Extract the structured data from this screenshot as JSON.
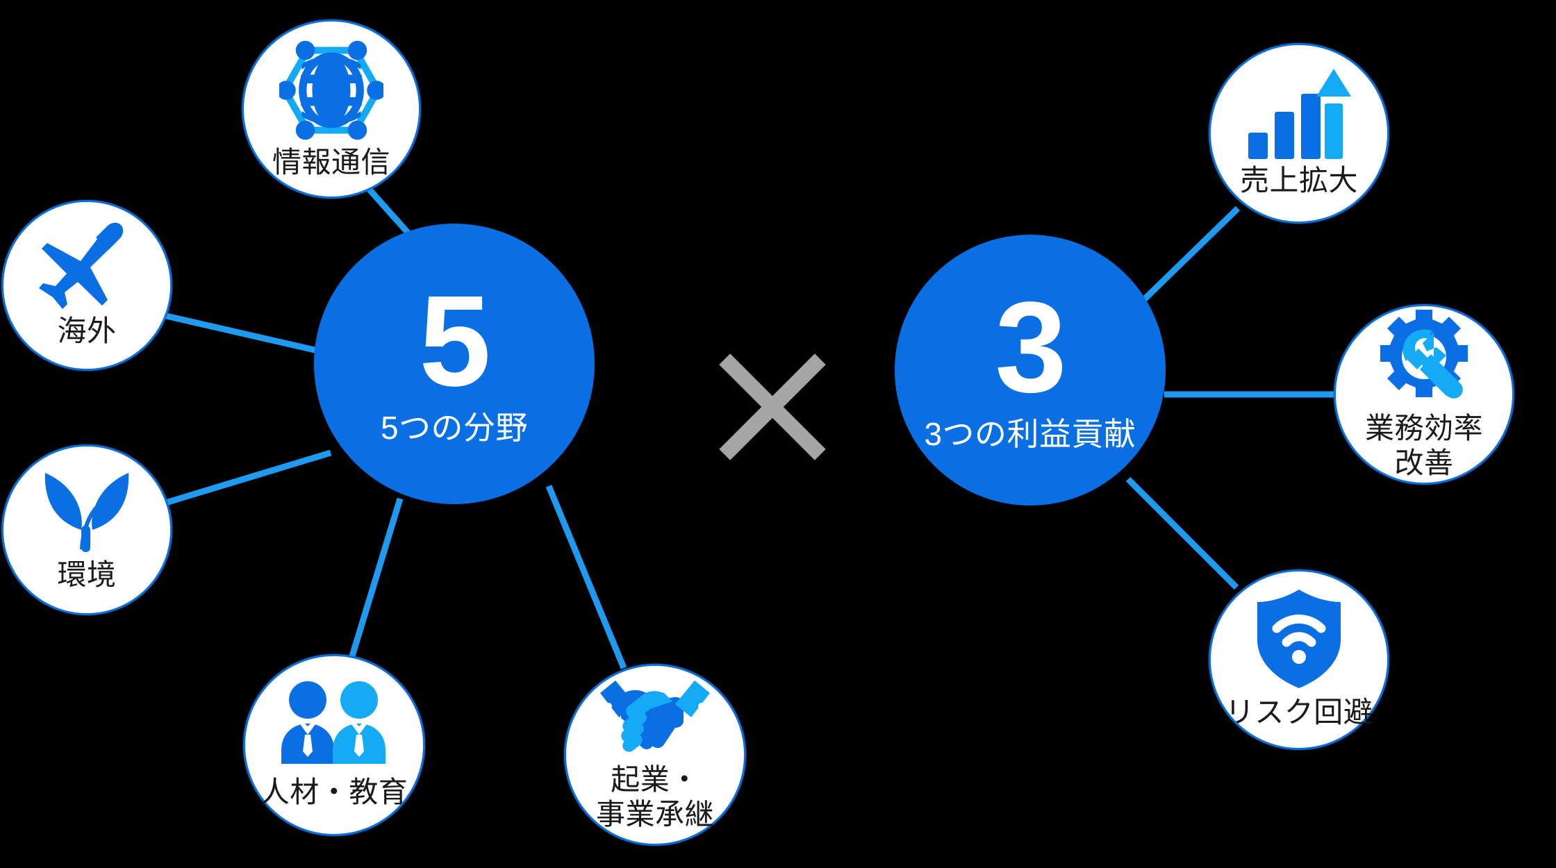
{
  "diagram": {
    "title": "5つの分野 × 3つの利益貢献",
    "operator_symbol": "×",
    "colors": {
      "background": "#000000",
      "hub_fill": "#0B6FE4",
      "node_fill": "#ffffff",
      "node_border": "#0E6FD8",
      "connector": "#1E9BF0",
      "icon_primary": "#0B6FE4",
      "icon_secondary": "#14AAF5",
      "label_text": "#1a1a1a",
      "hub_text": "#ffffff",
      "operator_color": "#A5A5A5"
    }
  },
  "left_group": {
    "hub": {
      "number": "5",
      "caption": "5つの分野",
      "icon": "hub-five-circle"
    },
    "satellites": [
      {
        "id": "joho",
        "label": "情報通信",
        "icon": "globe-network-icon"
      },
      {
        "id": "kaigai",
        "label": "海外",
        "icon": "airplane-icon"
      },
      {
        "id": "kankyo",
        "label": "環境",
        "icon": "leaf-sprout-icon"
      },
      {
        "id": "jinzai",
        "label": "人材・教育",
        "icon": "two-people-icon"
      },
      {
        "id": "kigyo",
        "label": "起業・\n事業承継",
        "icon": "handshake-icon"
      }
    ]
  },
  "right_group": {
    "hub": {
      "number": "3",
      "caption": "3つの利益貢献",
      "icon": "hub-three-circle"
    },
    "satellites": [
      {
        "id": "uriage",
        "label": "売上拡大",
        "icon": "bar-chart-arrow-up-icon"
      },
      {
        "id": "gyomu",
        "label": "業務効率\n改善",
        "icon": "gear-wrench-icon"
      },
      {
        "id": "risk",
        "label": "リスク回避",
        "icon": "shield-wifi-icon"
      }
    ]
  },
  "connectors": [
    {
      "from": "hub-5",
      "to": "joho"
    },
    {
      "from": "hub-5",
      "to": "kaigai"
    },
    {
      "from": "hub-5",
      "to": "kankyo"
    },
    {
      "from": "hub-5",
      "to": "jinzai"
    },
    {
      "from": "hub-5",
      "to": "kigyo"
    },
    {
      "from": "hub-3",
      "to": "uriage"
    },
    {
      "from": "hub-3",
      "to": "gyomu"
    },
    {
      "from": "hub-3",
      "to": "risk"
    }
  ]
}
